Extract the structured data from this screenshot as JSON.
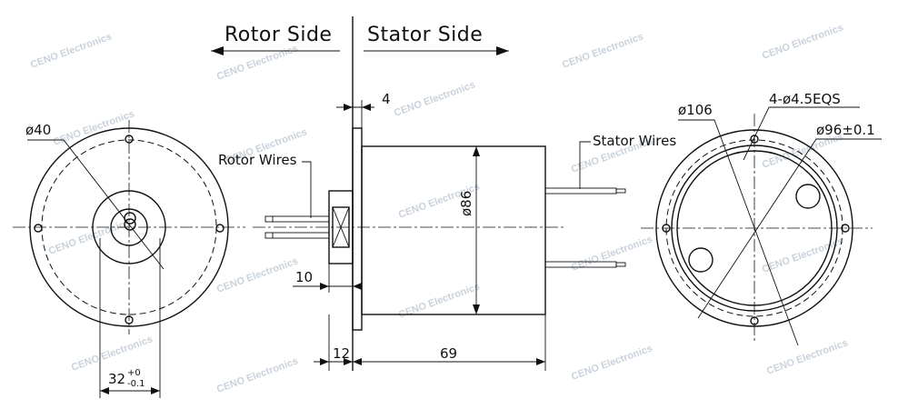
{
  "header": {
    "rotor_side": "Rotor Side",
    "stator_side": "Stator Side"
  },
  "labels": {
    "rotor_wires": "Rotor Wires",
    "stator_wires": "Stator Wires"
  },
  "dimensions": {
    "d40": "ø40",
    "bore_tol_main": "32",
    "bore_tol_upper": "+0",
    "bore_tol_lower": "-0.1",
    "flange_thickness": "4",
    "body_diameter": "ø86",
    "shaft_extension": "10",
    "flange_offset": "12",
    "body_length": "69",
    "d106": "ø106",
    "holes": "4-ø4.5EQS",
    "d96": "ø96±0.1"
  },
  "watermark": "CENO Electronics",
  "colors": {
    "line": "#111111",
    "watermark": "#c9d2dc"
  }
}
